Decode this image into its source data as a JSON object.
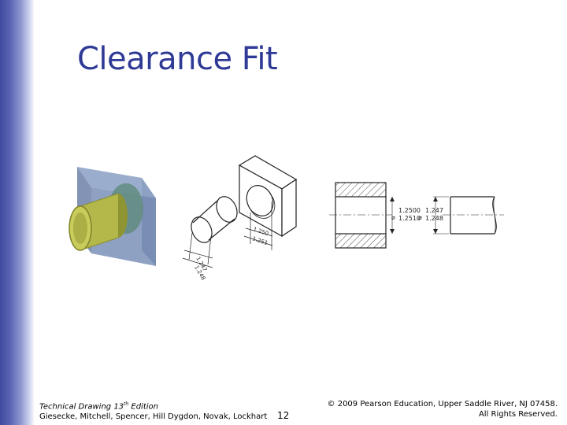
{
  "slide": {
    "title": "Clearance Fit",
    "page_number": "12"
  },
  "drawing": {
    "cylinder_dims": [
      "1.247",
      "1.248"
    ],
    "block_dims": [
      "1.250",
      "1.251"
    ],
    "hole_tolerance": [
      "1.2500",
      "1.2510"
    ],
    "shaft_tolerance": [
      "1.247",
      "1.248"
    ]
  },
  "footer": {
    "book_title": "Technical Drawing  13",
    "edition_sup": "th",
    "edition_word": " Edition",
    "authors": "Giesecke, Mitchell, Spencer, Hill Dygdon, Novak, Lockhart",
    "copyright": "© 2009 Pearson Education, Upper Saddle River, NJ 07458.",
    "rights": "All Rights Reserved."
  },
  "colors": {
    "title": "#2e3a96",
    "block": "#7b90b8",
    "cylinder": "#b4b84a"
  }
}
